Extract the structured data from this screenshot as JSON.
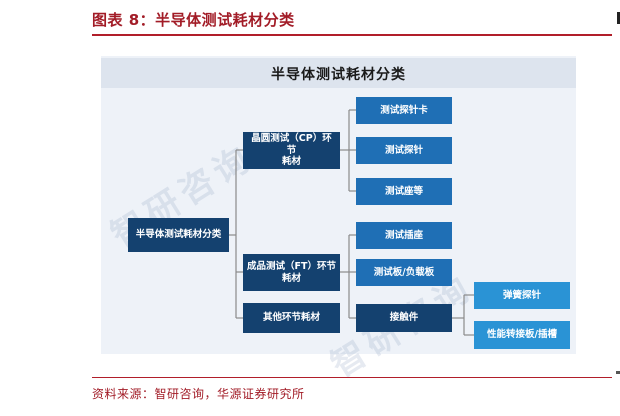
{
  "figure": {
    "title": "图表 8：半导体测试耗材分类",
    "source": "资料来源：智研咨询，华源证券研究所"
  },
  "diagram": {
    "title": "半导体测试耗材分类",
    "watermark": "智研咨询",
    "root": "半导体测试耗材分类",
    "branches": [
      {
        "label_line1": "晶圆测试（CP）环节",
        "label_line2": "耗材"
      },
      {
        "label_line1": "成品测试（FT）环节",
        "label_line2": "耗材"
      },
      {
        "label_line1": "其他环节耗材",
        "label_line2": ""
      }
    ],
    "cp_items": [
      "测试探针卡",
      "测试探针",
      "测试座等"
    ],
    "ft_items": [
      "测试插座",
      "测试板/负载板",
      "接触件"
    ],
    "contact_items": [
      "弹簧探针",
      "性能转接板/插槽"
    ]
  },
  "colors": {
    "title_red": "#a21c27",
    "node_dark": "#14416f",
    "node_blue": "#1f6fb5",
    "node_cyan": "#2a93d5",
    "panel_bg": "#eef2f8",
    "connector": "#8a8a8a"
  }
}
